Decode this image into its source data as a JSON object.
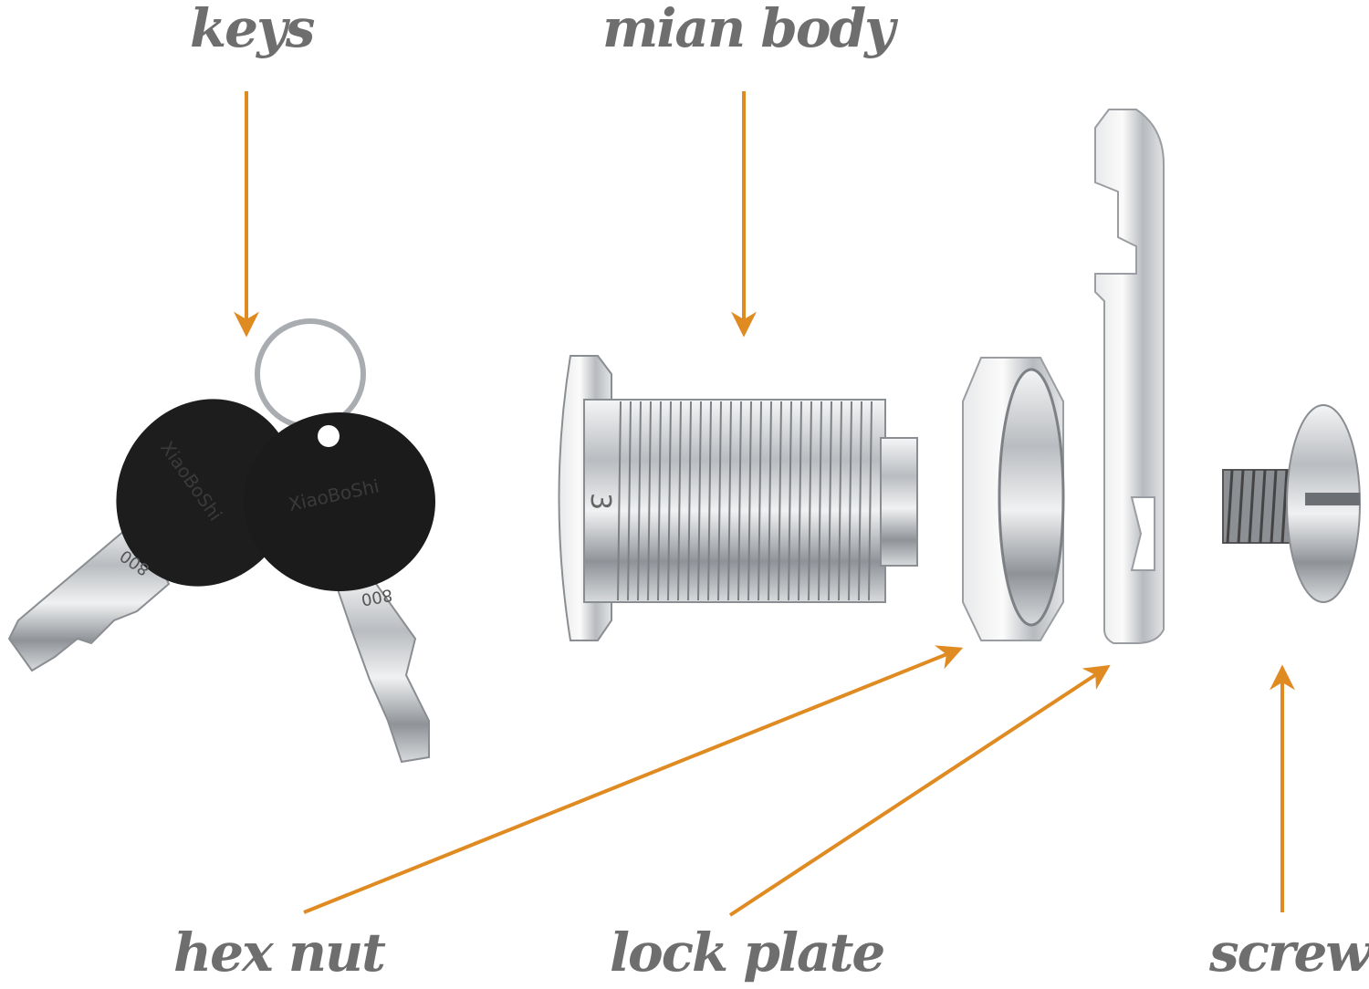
{
  "labels": {
    "keys": "keys",
    "main_body": "mian body",
    "hex_nut": "hex nut",
    "lock_plate": "lock plate",
    "screw": "screw"
  },
  "key_markings": {
    "brand": "XiaoBoShi",
    "number": "800",
    "body_number": "3"
  },
  "colors": {
    "arrow": "#e08a22",
    "label": "#6e6e6e",
    "key_head": "#1b1b1b",
    "metal": "#c9ccd0"
  }
}
